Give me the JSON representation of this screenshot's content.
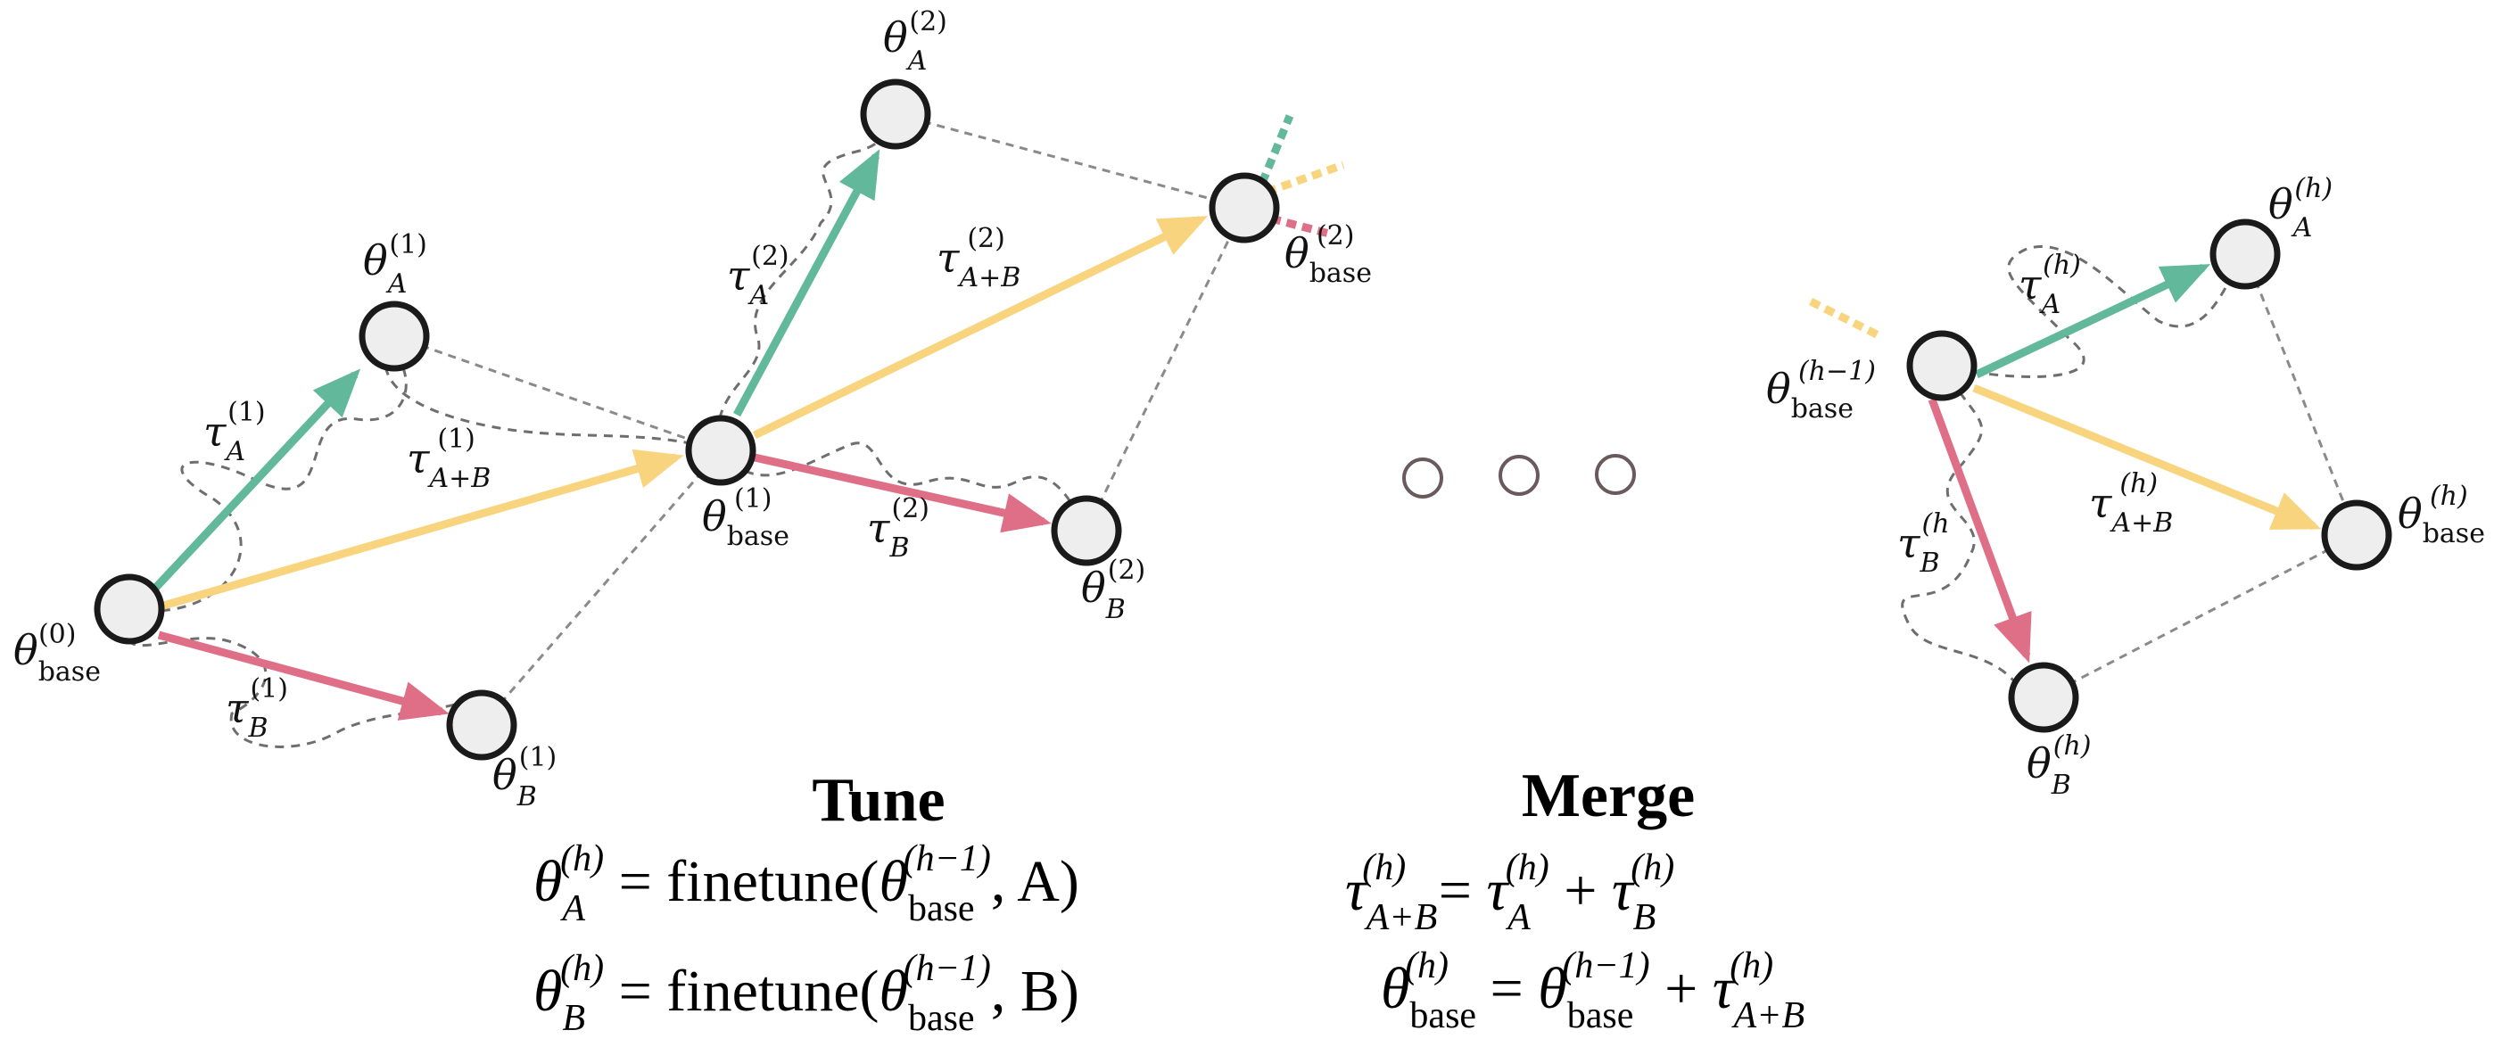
{
  "colors": {
    "task_a": "#62b89a",
    "task_b": "#df6f86",
    "merged": "#f8d47e",
    "node_fill": "#eeeeee",
    "node_stroke": "#1a1a1a",
    "dashed": "#8a8a8a"
  },
  "symbols": {
    "theta": "θ",
    "tau": "τ",
    "sub_base": "base",
    "sub_a": "A",
    "sub_b": "B",
    "sub_ab": "A+B",
    "sup_0": "(0)",
    "sup_1": "(1)",
    "sup_2": "(2)",
    "sup_h": "(h)",
    "sup_hm1": "(h−1)",
    "sup_h_cut": "(h"
  },
  "headings": {
    "tune": "Tune",
    "merge": "Merge"
  },
  "equations": {
    "tune_line1": {
      "lhs_sub": "A",
      "lhs_sup": "(h)",
      "mid": " = finetune(",
      "arg_sup": "(h−1)",
      "arg_sub": "base",
      "tail": ", A)"
    },
    "tune_line2": {
      "lhs_sub": "B",
      "lhs_sup": "(h)",
      "mid": " = finetune(",
      "arg_sup": "(h−1)",
      "arg_sub": "base",
      "tail": ", B)"
    },
    "merge_line1": {
      "lhs_sub": "A+B",
      "lhs_sup": "(h)",
      "eq": " = ",
      "t1_sub": "A",
      "t1_sup": "(h)",
      "plus": " + ",
      "t2_sub": "B",
      "t2_sup": "(h)"
    },
    "merge_line2": {
      "lhs_sub": "base",
      "lhs_sup": "(h)",
      "eq": " = ",
      "t1_sub": "base",
      "t1_sup": "(h−1)",
      "plus": " + ",
      "t2_sub": "A+B",
      "t2_sup": "(h)"
    }
  }
}
